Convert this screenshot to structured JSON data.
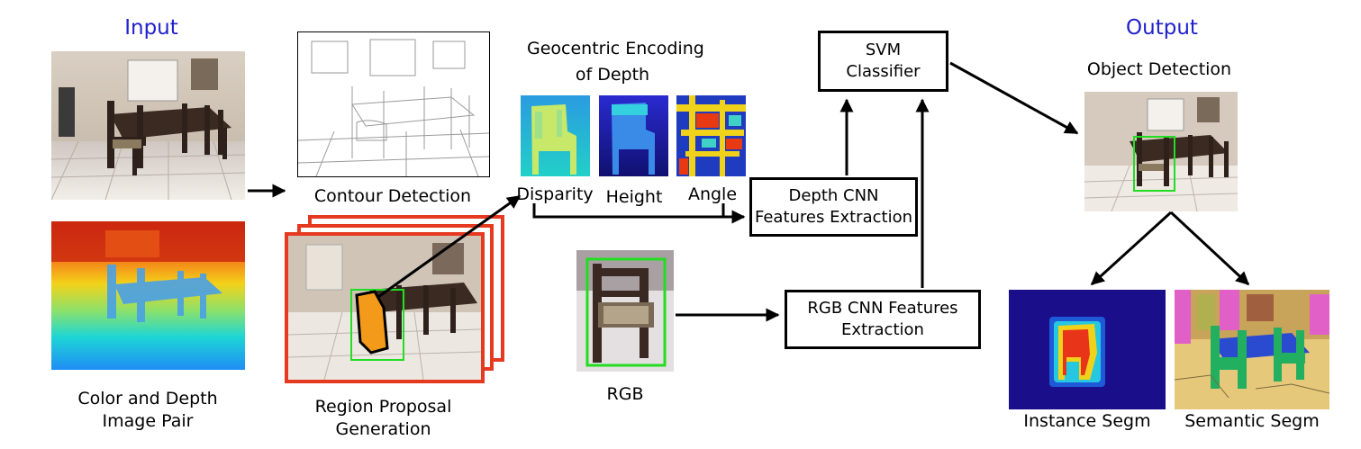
{
  "input": {
    "header": "Input",
    "caption_line1": "Color and Depth",
    "caption_line2": "Image Pair"
  },
  "contour": {
    "label": "Contour Detection"
  },
  "region": {
    "caption_line1": "Region Proposal",
    "caption_line2": "Generation"
  },
  "geocentric": {
    "title_line1": "Geocentric Encoding",
    "title_line2": "of Depth",
    "channels": [
      "Disparity",
      "Height",
      "Angle"
    ]
  },
  "rgb": {
    "label": "RGB"
  },
  "depth_cnn": {
    "line1": "Depth CNN",
    "line2": "Features Extraction"
  },
  "rgb_cnn": {
    "line1": "RGB CNN Features",
    "line2": "Extraction"
  },
  "svm": {
    "line1": "SVM",
    "line2": "Classifier"
  },
  "output": {
    "header": "Output",
    "object_detection": "Object Detection",
    "instance": "Instance Segm",
    "semantic": "Semantic Segm"
  },
  "colors": {
    "header_blue": "#2222cc",
    "proposal_frame": "#e53a20",
    "detection_box": "#22dd22",
    "proposal_fill": "#f39a1a"
  }
}
